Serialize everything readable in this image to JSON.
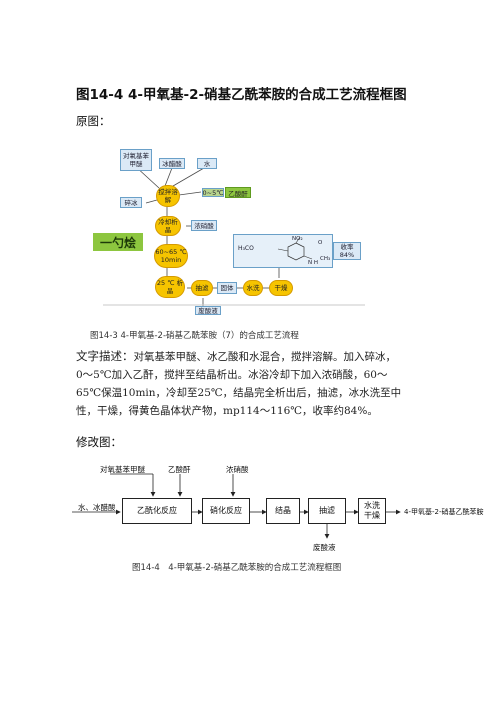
{
  "heading": "图14-4 4-甲氧基-2-硝基乙酰苯胺的合成工艺流程框图",
  "original_label": "原图：",
  "original_figure": {
    "boxes": {
      "reactant": "对氧基苯甲醚",
      "acetic_acid": "冰醋酸",
      "water": "水",
      "crushed_ice": "碎冰",
      "stir_dissolve": "搅拌溶解",
      "temp_cond": "0~5℃",
      "acetic_anhydride": "乙酸酐",
      "cool_crystallize": "冷却析晶",
      "nitric_acid": "浓硝酸",
      "hold": "60~65 ℃ 10min",
      "crystallize_25": "25 ℃ 析晶",
      "filter": "抽滤",
      "solid": "固体",
      "wash": "水洗",
      "dry": "干燥",
      "waste_acid": "废酸液",
      "yield": "收率 84%",
      "product_formula": "H₃CO",
      "product_no2": "NO₂",
      "product_o": "O",
      "product_nh": "N H",
      "product_ch3": "CH₃"
    },
    "stamp": "一勺烩",
    "caption": "图14-3 4-甲氧基-2-硝基乙酰苯胺（7）的合成工艺流程"
  },
  "text_label": "文字描述：",
  "description_lines": [
    "对氧基苯甲醚、冰乙酸和水混合，搅拌溶解。加入碎冰，",
    "0～5℃加入乙酐，搅拌至结晶析出。冰浴冷却下加入浓硝酸，60～",
    "65℃保温10min，冷却至25℃，结晶完全析出后，抽滤，冰水洗至中",
    "性，干燥，得黄色晶体状产物，mp114～116℃，收率约84%。"
  ],
  "modified_label": "修改图：",
  "modified_figure": {
    "inputs": {
      "reactant": "对氧基苯甲醚",
      "anhydride": "乙酸酐",
      "nitric": "浓硝酸",
      "water_acid": "水、冰醋酸"
    },
    "steps": [
      "乙酰化反应",
      "硝化反应",
      "结晶",
      "抽滤",
      "水洗 干燥"
    ],
    "product": "4-甲氧基-2-硝基乙酰苯胺",
    "waste": "废酸液",
    "caption": "图14-4　4-甲氧基-2-硝基乙酰苯胺的合成工艺流程框图"
  }
}
